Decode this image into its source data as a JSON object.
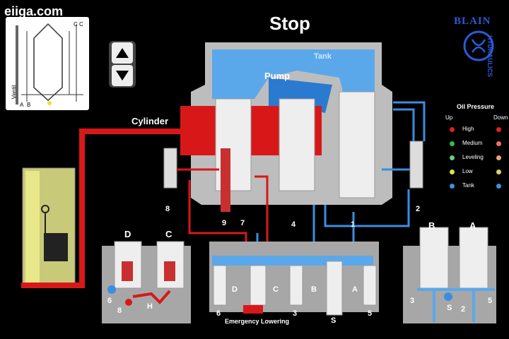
{
  "watermark": "eiiga.com",
  "title": "Stop",
  "brand": {
    "top": "BLAIN",
    "side": "HYDRAULICS"
  },
  "diagram_labels": {
    "cylinder": "Cylinder",
    "pump": "Pump",
    "tank": "Tank",
    "emergency": "Emergency Lowering"
  },
  "valve_numbers": {
    "n8": "8",
    "n9": "9",
    "n7": "7",
    "n4": "4",
    "n1": "1",
    "n2": "2"
  },
  "block_labels": {
    "d": "D",
    "c": "C",
    "b": "B",
    "a": "A",
    "s": "S",
    "n6": "6",
    "n3": "3",
    "n5": "5"
  },
  "left_block": {
    "d": "D",
    "c": "C",
    "n6": "6",
    "n8": "8",
    "h": "H"
  },
  "right_block": {
    "b": "B",
    "a": "A",
    "n3": "3",
    "s": "S",
    "n2": "2",
    "n5": "5"
  },
  "minimap": {
    "a": "A",
    "b": "B",
    "cc": "C C",
    "side": "Ventil"
  },
  "legend": {
    "title": "Oil Pressure",
    "up": "Up",
    "down": "Down",
    "rows": [
      {
        "label": "High",
        "color": "#e02020"
      },
      {
        "label": "Medium",
        "color": "#f07060"
      },
      {
        "label": "Leveling",
        "color": "#f0a080"
      },
      {
        "label": "Low",
        "color": "#e0d060"
      },
      {
        "label": "Tank",
        "color": "#4090e0"
      }
    ],
    "up_colors": [
      "#e02020",
      "#30c040",
      "#60d080",
      "#e0e040",
      "#4090e0"
    ]
  },
  "colors": {
    "high": "#d81818",
    "tank": "#3a8ee0",
    "body": "#bdbdbd"
  }
}
